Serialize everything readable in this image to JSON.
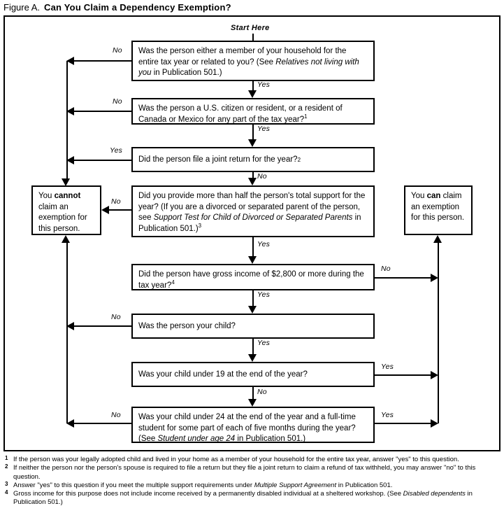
{
  "figure": {
    "label": "Figure A.",
    "title": "Can You Claim a Dependency Exemption?",
    "start_label": "Start Here"
  },
  "boxes": {
    "q1": "Was the person either a member of your household for the entire tax year or related to you? (See <i>Relatives not living with you</i> in Publication 501.)",
    "q2": "Was the person a U.S. citizen or resident, or a resident of Canada or Mexico for any part of the tax year?<sup>1</sup>",
    "q3": "Did the person file a joint return for the year?<sup>2</sup>",
    "q4": "Did you provide more than half the person's total support for the year? (If you are a divorced or separated parent of the person, see <i>Support Test for Child of Divorced or Separated Parents</i> in Publication 501.)<sup>3</sup>",
    "q5": "Did the person have gross income of $2,800 or more during the tax year?<sup>4</sup>",
    "q6": "Was the person your child?",
    "q7": "Was your child under 19 at the end of the year?",
    "q8": "Was your child under 24 at the end of the year and a full-time student for some part of each of five months during the year? (See <i>Student under age 24</i> in Publication 501.)",
    "cannot": "You <b>cannot</b> claim an exemption for this person.",
    "can": "You <b>can</b> claim an exemption for this person."
  },
  "edges": {
    "q1_no": "No",
    "q1_yes": "Yes",
    "q2_no": "No",
    "q2_yes": "Yes",
    "q3_yes": "Yes",
    "q3_no": "No",
    "q4_no": "No",
    "q4_yes": "Yes",
    "q5_no": "No",
    "q5_yes": "Yes",
    "q6_no": "No",
    "q6_yes": "Yes",
    "q7_yes": "Yes",
    "q7_no": "No",
    "q8_no": "No",
    "q8_yes": "Yes"
  },
  "footnotes": [
    {
      "mark": "1",
      "text": "If the person was your legally adopted child and lived in your home as a member of your household for the entire tax year, answer \"yes\" to this question."
    },
    {
      "mark": "2",
      "text": "If neither the person nor the person's spouse is required to file a return but they file a joint return to claim a refund of tax withheld, you may answer \"no\" to this question."
    },
    {
      "mark": "3",
      "text": "Answer \"yes\" to this question if you meet the multiple support requirements under <i>Multiple Support Agreement</i> in Publication 501."
    },
    {
      "mark": "4",
      "text": "Gross income for this purpose does not include income received by a permanently disabled individual at a sheltered workshop. (See <i>Disabled dependents</i> in Publication 501.)"
    }
  ],
  "colors": {
    "ink": "#000000",
    "paper": "#ffffff"
  }
}
